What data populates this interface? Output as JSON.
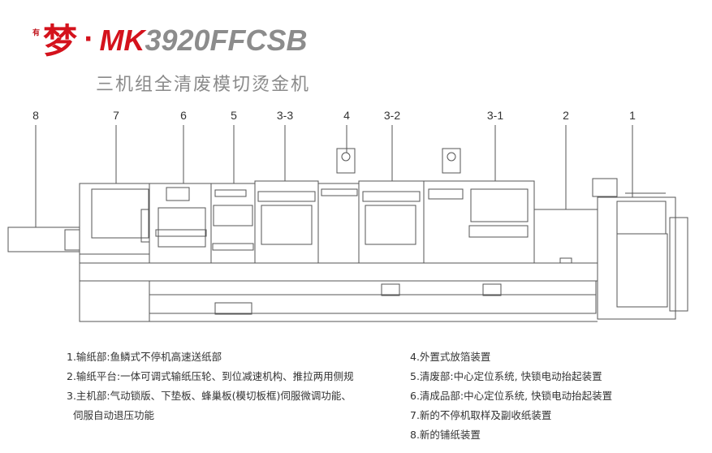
{
  "header": {
    "badge": "有",
    "brand_char": "梦",
    "dot": "·",
    "mk": "MK",
    "model": "3920FFCSB",
    "subtitle": "三机组全清废模切烫金机"
  },
  "colors": {
    "brand_red": "#d4121c",
    "model_gray": "#8c8c8c",
    "line_gray": "#555555"
  },
  "diagram": {
    "labels": [
      "8",
      "7",
      "6",
      "5",
      "3-3",
      "4",
      "3-2",
      "3-1",
      "2",
      "1"
    ],
    "icons": [
      "machine-line-drawing"
    ]
  },
  "descriptions": {
    "left": [
      "1.输纸部:鱼鳞式不停机高速送纸部",
      "2.输纸平台:一体可调式输纸压轮、到位减速机构、推拉两用侧规",
      "3.主机部:气动锁版、下垫板、蜂巢板(模切板框)伺服微调功能、",
      "伺服自动退压功能"
    ],
    "right": [
      "4.外置式放箔装置",
      "5.清废部:中心定位系统, 快锁电动抬起装置",
      "6.清成品部:中心定位系统, 快锁电动抬起装置",
      "7.新的不停机取样及副收纸装置",
      "8.新的铺纸装置"
    ]
  }
}
